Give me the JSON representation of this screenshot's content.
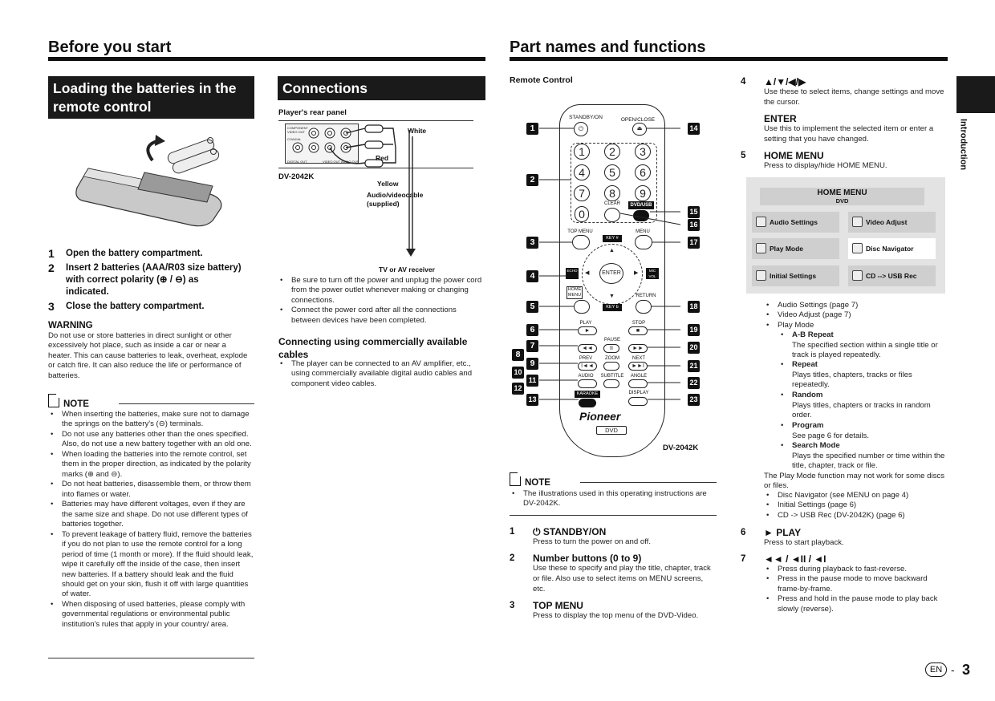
{
  "left_page": {
    "title": "Before you start",
    "batteries": {
      "heading": "Loading the batteries in the remote control",
      "steps": [
        {
          "n": "1",
          "text": "Open the battery compartment."
        },
        {
          "n": "2",
          "text": "Insert 2 batteries (AAA/R03 size battery) with correct polarity (⊕ / ⊖) as indicated."
        },
        {
          "n": "3",
          "text": "Close the battery compartment."
        }
      ],
      "warning_title": "WARNING",
      "warning_text": "Do not use or store batteries in direct sunlight or other excessively hot place, such as inside a car or near a heater. This can cause batteries to leak, overheat, explode or catch fire. It can also reduce the life or performance of batteries.",
      "note_title": "NOTE",
      "notes": [
        "When inserting the batteries, make sure not to damage the springs on the battery's (⊖) terminals.",
        "Do not use any batteries other than the ones specified. Also, do not use a new battery together with an old one.",
        "When loading the batteries into the remote control, set them in the proper direction, as indicated by the polarity marks (⊕ and ⊖).",
        "Do not heat batteries, disassemble them, or throw them into flames or water.",
        "Batteries may have different voltages, even if they are the same size and shape. Do not use different types of batteries together.",
        "To prevent leakage of battery fluid, remove the batteries if you do not plan to use the remote control for a long period of time (1 month or more). If the fluid should leak, wipe it carefully off the inside of the case, then insert new batteries. If a battery should leak and the fluid should get on your skin, flush it off with large quantities of water.",
        "When disposing of used batteries, please comply with governmental regulations or environmental public institution's rules that apply in your country/ area."
      ]
    },
    "connections": {
      "heading": "Connections",
      "rear_panel_label": "Player's rear panel",
      "model": "DV-2042K",
      "panel_text": {
        "component": "COMPONENT VIDEO OUT",
        "coaxial": "COAXIAL",
        "digital": "DIGITAL OUT",
        "video_audio": "VIDEO OUT AUDIO OUT"
      },
      "cable_white": "White",
      "cable_red": "Red",
      "cable_yellow": "Yellow",
      "cable_label": "Audio/videocable (supplied)",
      "receiver": "TV or AV receiver",
      "bullets": [
        "Be sure to turn off the power and unplug the power cord from the power outlet whenever making or changing connections.",
        "Connect the power cord after all the connections between devices have been completed."
      ],
      "commercial_heading": "Connecting using commercially available cables",
      "commercial_bullets": [
        "The player can be connected to an AV amplifier, etc., using commercially available digital audio cables and component video cables."
      ]
    }
  },
  "right_page": {
    "title": "Part names and functions",
    "remote_label": "Remote Control",
    "remote": {
      "standby": "STANDBY/ON",
      "open_close": "OPEN/CLOSE",
      "keys": [
        "1",
        "2",
        "3",
        "4",
        "5",
        "6",
        "7",
        "8",
        "9",
        "0"
      ],
      "clear": "CLEAR",
      "dvd_usb": "DVD/USB",
      "top_menu": "TOP MENU",
      "menu": "MENU",
      "key_sharp": "KEY #",
      "key_flat": "KEY b",
      "enter": "ENTER",
      "home_menu": "HOME MENU",
      "return": "RETURN",
      "play": "PLAY",
      "stop": "STOP",
      "pause": "PAUSE",
      "prev": "PREV",
      "zoom": "ZOOM",
      "next": "NEXT",
      "audio": "AUDIO",
      "subtitle": "SUBTITLE",
      "angle": "ANGLE",
      "karaoke": "KARAOKE",
      "display": "DISPLAY",
      "brand": "Pioneer",
      "dvd": "DVD",
      "echo": "ECHO",
      "micvol": "MIC VOL"
    },
    "remote_model": "DV-2042K",
    "callouts": [
      "1",
      "2",
      "3",
      "4",
      "5",
      "6",
      "7",
      "8",
      "9",
      "10",
      "11",
      "12",
      "13",
      "14",
      "15",
      "16",
      "17",
      "18",
      "19",
      "20",
      "21",
      "22",
      "23"
    ],
    "note_title": "NOTE",
    "notes": [
      "The illustrations used in this operating instructions are DV-2042K."
    ],
    "items_left": [
      {
        "n": "1",
        "head": "⏻ STANDBY/ON",
        "desc": "Press to turn the power on and off."
      },
      {
        "n": "2",
        "head": "Number buttons (0 to 9)",
        "desc": "Use these to specify and play the title, chapter, track or file. Also use to select items on MENU screens, etc."
      },
      {
        "n": "3",
        "head": "TOP MENU",
        "desc": "Press to display the top menu of the DVD-Video."
      }
    ],
    "item4": {
      "n": "4",
      "head": "▲/▼/◀/▶",
      "desc": "Use these to select items, change settings and move the cursor.",
      "enter_head": "ENTER",
      "enter_desc": "Use this to implement the selected item or enter a setting that you have changed."
    },
    "item5": {
      "n": "5",
      "head": "HOME MENU",
      "desc": "Press to display/hide HOME MENU."
    },
    "home_menu_screen": {
      "title": "HOME MENU",
      "sub": "DVD",
      "cells": [
        "Audio Settings",
        "Video Adjust",
        "Play Mode",
        "Disc Navigator",
        "Initial Settings",
        "CD --> USB Rec"
      ]
    },
    "home_menu_list": {
      "l1": "Audio Settings (page 7)",
      "l2": "Video Adjust (page 7)",
      "l3": "Play Mode",
      "ab": "A-B Repeat",
      "ab_desc": "The specified section within a single title or track is played repeatedly.",
      "rep": "Repeat",
      "rep_desc": "Plays titles, chapters, tracks or files repeatedly.",
      "ran": "Random",
      "ran_desc": "Plays titles, chapters or tracks in random order.",
      "prog": "Program",
      "prog_desc": "See page 6 for details.",
      "search": "Search Mode",
      "search_desc": "Plays the specified number or time within the title, chapter, track or file.",
      "playmode_note": "The Play Mode function may not work for some discs or files.",
      "l4": "Disc Navigator (see MENU on page 4)",
      "l5": "Initial Settings (page 6)",
      "l6": "CD -> USB Rec (DV-2042K) (page 6)"
    },
    "item6": {
      "n": "6",
      "head": "► PLAY",
      "desc": "Press to start playback."
    },
    "item7": {
      "n": "7",
      "head": "◄◄ / ◄II / ◄I",
      "bullets": [
        "Press during playback to fast-reverse.",
        "Press in the pause mode to move backward frame-by-frame.",
        "Press and hold in the pause mode to play back slowly (reverse)."
      ]
    },
    "side_tab": "Introduction",
    "footer": {
      "lang": "EN",
      "dash": "-",
      "page": "3"
    }
  }
}
